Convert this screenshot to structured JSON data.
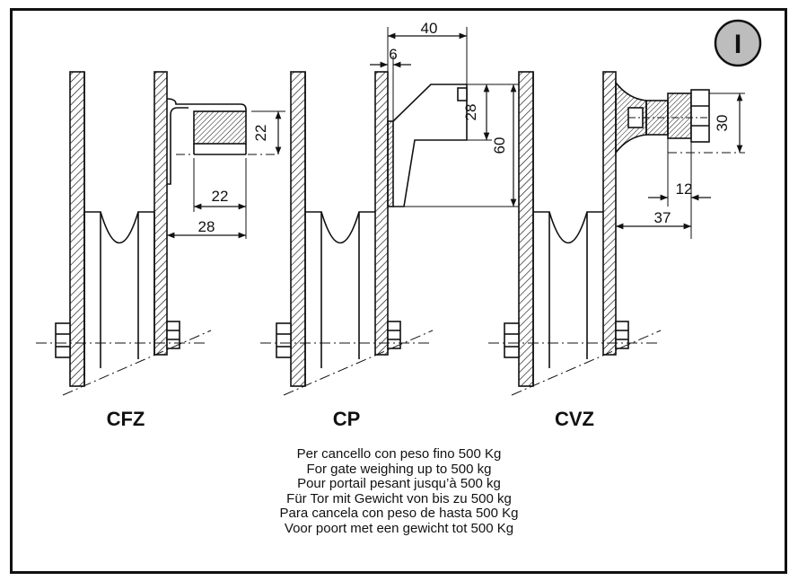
{
  "badge": "I",
  "labels": {
    "cfz": "CFZ",
    "cp": "CP",
    "cvz": "CVZ"
  },
  "dimensions": {
    "cfz_height": "22",
    "cfz_width": "22",
    "cfz_offset": "28",
    "cp_top": "40",
    "cp_plate": "6",
    "cp_inner": "28",
    "cp_height": "60",
    "cvz_height": "30",
    "cvz_small": "12",
    "cvz_offset": "37"
  },
  "notes": [
    "Per cancello  con peso fino 500 Kg",
    "For gate weighing up to 500 kg",
    "Pour portail pesant jusqu’à 500 kg",
    "Für Tor mit Gewicht von bis zu 500 kg",
    "Para cancela con peso de hasta 500 Kg",
    "Voor poort met een gewicht tot 500 Kg"
  ]
}
